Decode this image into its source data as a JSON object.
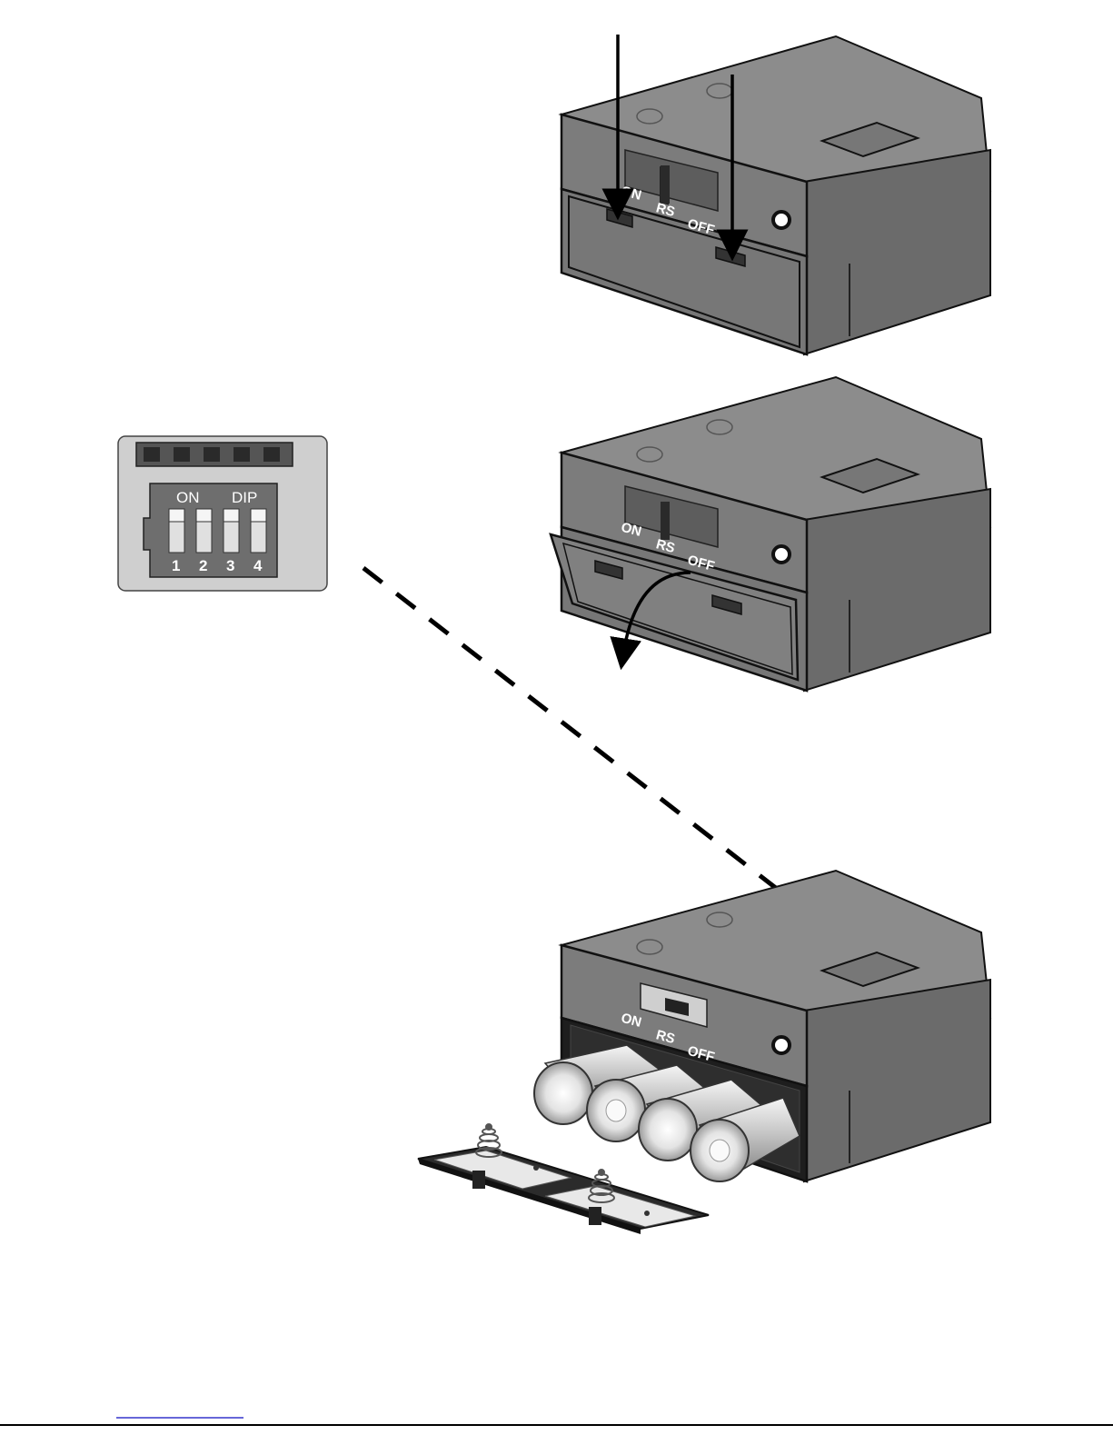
{
  "figure": {
    "unit_top": {
      "switch_labels": [
        "ON",
        "RS",
        "OFF"
      ]
    },
    "unit_middle": {
      "switch_labels": [
        "ON",
        "RS",
        "OFF"
      ]
    },
    "unit_bottom": {
      "switch_labels": [
        "ON",
        "RS",
        "OFF"
      ]
    },
    "dip_panel": {
      "on_label": "ON",
      "dip_label": "DIP",
      "switch_numbers": [
        "1",
        "2",
        "3",
        "4"
      ],
      "led_count": 5
    },
    "colors": {
      "body_front": "#7a7a7a",
      "body_top": "#8e8e8e",
      "body_side": "#6a6a6a",
      "dip_panel": "#cfcfcf",
      "outline": "#111111"
    }
  }
}
